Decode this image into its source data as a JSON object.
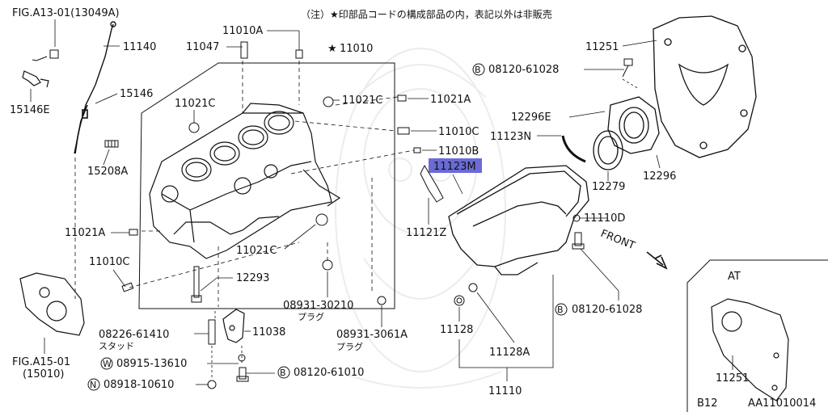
{
  "note": "（注）★印部品コードの構成部品の内，表記以外は非販売",
  "parts": {
    "fig_a13": "FIG.A13-01(13049A)",
    "p11140": "11140",
    "p15146e": "15146E",
    "p15146": "15146",
    "p15208a": "15208A",
    "p11021a_left": "11021A",
    "p11010c_left": "11010C",
    "fig_a15": "FIG.A15-01",
    "fig_a15_sub": "(15010)",
    "p11010a": "11010A",
    "p11047": "11047",
    "p11010": "11010",
    "p11021c_a": "11021C",
    "p11021c_b": "11021C",
    "p11021a_right": "11021A",
    "p11010c_right": "11010C",
    "p11010b": "11010B",
    "p11021c_c": "11021C",
    "p12293": "12293",
    "p08931_30210": "08931-30210",
    "plug1": "プラグ",
    "p08931_3061a": "08931-3061A",
    "plug2": "プラグ",
    "p08226": "08226-61410",
    "stud": "スタッド",
    "p11038": "11038",
    "p08915": "08915-13610",
    "p08918": "08918-10610",
    "p08120_61010": "08120-61010",
    "p11251": "11251",
    "p08120_61028_top": "08120-61028",
    "p12296e": "12296E",
    "p11123n": "11123N",
    "p11123m": "11123M",
    "p12279": "12279",
    "p12296": "12296",
    "p11121z": "11121Z",
    "p11110d": "11110D",
    "front": "FRONT",
    "p08120_61028_bottom": "08120-61028",
    "p11128": "11128",
    "p11128a": "11128A",
    "p11110": "11110",
    "at": "AT",
    "p11251_at": "11251",
    "b12": "B12",
    "code": "AA11010014"
  },
  "circled": {
    "b": "B",
    "w": "W",
    "n": "N"
  },
  "star": "★",
  "colors": {
    "highlight": "#6b6bd6",
    "ink": "#111111"
  }
}
